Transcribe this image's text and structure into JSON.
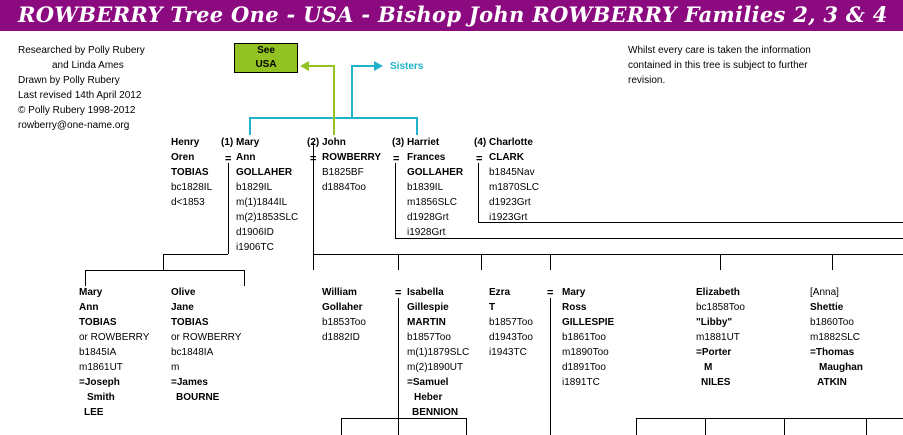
{
  "title": "ROWBERRY Tree One - USA - Bishop John ROWBERRY Families 2, 3 & 4",
  "credits": [
    "Researched by Polly Rubery",
    "and Linda Ames",
    "Drawn by Polly Rubery",
    "Last revised 14th April 2012",
    "© Polly Rubery 1998-2012",
    "rowberry@one-name.org"
  ],
  "disclaimer": [
    "Whilst every care is taken the information",
    "contained in this tree is subject to further",
    "revision."
  ],
  "see_usa": [
    "See",
    "USA"
  ],
  "sisters_label": "Sisters",
  "colors": {
    "banner": "#8b0a80",
    "see_usa_bg": "#92c322",
    "sisters_line": "#1fb2c8",
    "usa_line": "#92c322"
  },
  "generation1": {
    "henry": {
      "lines": [
        "Henry",
        "Oren",
        "TOBIAS",
        "bc1828IL",
        "d<1853"
      ]
    },
    "mary": {
      "lines": [
        "(1) Mary",
        "Ann",
        "GOLLAHER",
        "b1829IL",
        "m(1)1844IL",
        "m(2)1853SLC",
        "d1906ID",
        "i1906TC"
      ]
    },
    "john": {
      "lines": [
        "(2) John",
        "ROWBERRY",
        "B1825BF",
        "d1884Too"
      ]
    },
    "harriet": {
      "lines": [
        "(3) Harriet",
        "Frances",
        "GOLLAHER",
        "b1839IL",
        "m1856SLC",
        "d1928Grt",
        "i1928Grt"
      ]
    },
    "charlotte": {
      "lines": [
        "(4) Charlotte",
        "CLARK",
        "b1845Nav",
        "m1870SLC",
        "d1923Grt",
        "i1923Grt"
      ]
    }
  },
  "generation2": {
    "mary_ann_tobias": {
      "lines": [
        "Mary",
        "Ann",
        "TOBIAS",
        "or ROWBERRY",
        "b1845IA",
        "m1861UT",
        "=Joseph",
        "Smith",
        "LEE"
      ]
    },
    "olive": {
      "lines": [
        "Olive",
        "Jane",
        "TOBIAS",
        "or ROWBERRY",
        "bc1848IA",
        "m",
        "=James",
        "BOURNE"
      ]
    },
    "william": {
      "lines": [
        "William",
        "Gollaher",
        "b1853Too",
        "d1882ID"
      ]
    },
    "isabella": {
      "lines": [
        "Isabella",
        "Gillespie",
        "MARTIN",
        "b1857Too",
        "m(1)1879SLC",
        "m(2)1890UT",
        "=Samuel",
        "Heber",
        "BENNION"
      ]
    },
    "ezra": {
      "lines": [
        "Ezra",
        "T",
        "b1857Too",
        "d1943Too",
        "i1943TC"
      ]
    },
    "mary_ross": {
      "lines": [
        "Mary",
        "Ross",
        "GILLESPIE",
        "b1861Too",
        "m1890Too",
        "d1891Too",
        "i1891TC"
      ]
    },
    "elizabeth": {
      "lines": [
        "Elizabeth",
        "bc1858Too",
        "\"Libby\"",
        "m1881UT",
        "=Porter",
        "M",
        "NILES"
      ]
    },
    "anna": {
      "lines": [
        "[Anna]",
        "Shettie",
        "b1860Too",
        "m1882SLC",
        "=Thomas",
        "Maughan",
        "ATKIN"
      ]
    }
  },
  "marriage_symbol": "="
}
